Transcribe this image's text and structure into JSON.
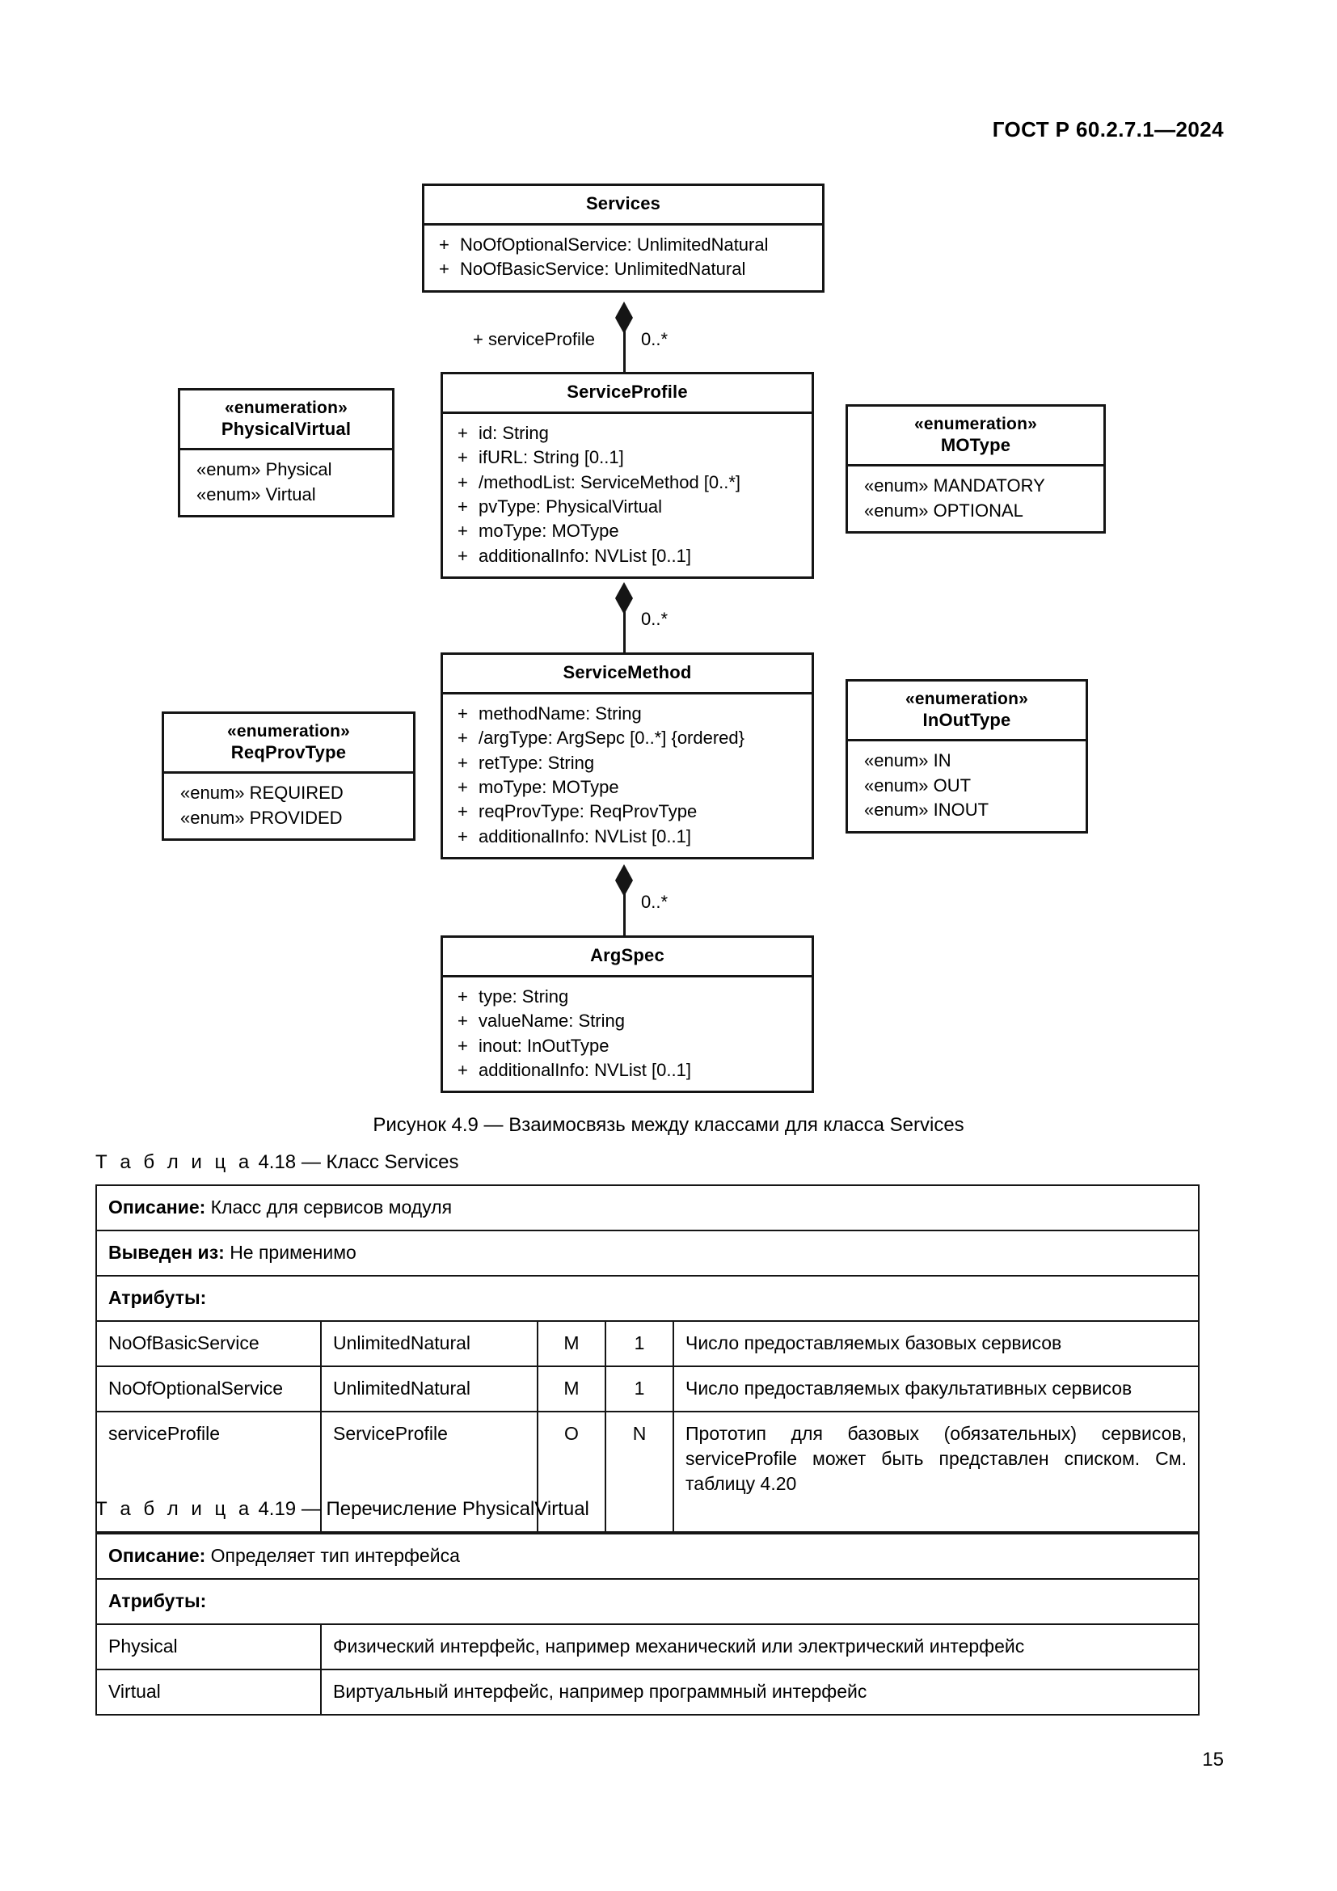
{
  "header": {
    "standard_id": "ГОСТ Р 60.2.7.1—2024"
  },
  "footer": {
    "page_number": "15"
  },
  "diagram": {
    "caption": "Рисунок 4.9 — Взаимосвязь между классами для класса Services",
    "classes": {
      "services": {
        "name": "Services",
        "attributes": [
          "NoOfOptionalService: UnlimitedNatural",
          "NoOfBasicService: UnlimitedNatural"
        ]
      },
      "service_profile": {
        "name": "ServiceProfile",
        "attributes": [
          "id: String",
          "ifURL: String [0..1]",
          "/methodList: ServiceMethod [0..*]",
          "pvType: PhysicalVirtual",
          "moType: MOType",
          "additionalInfo: NVList [0..1]"
        ]
      },
      "service_method": {
        "name": "ServiceMethod",
        "attributes": [
          "methodName: String",
          "/argType: ArgSepc [0..*] {ordered}",
          "retType: String",
          "moType: MOType",
          "reqProvType: ReqProvType",
          "additionalInfo: NVList [0..1]"
        ]
      },
      "arg_spec": {
        "name": "ArgSpec",
        "attributes": [
          "type: String",
          "valueName: String",
          "inout: InOutType",
          "additionalInfo: NVList [0..1]"
        ]
      }
    },
    "enumerations": {
      "physical_virtual": {
        "stereotype": "«enumeration»",
        "name": "PhysicalVirtual",
        "literals": [
          "«enum» Physical",
          "«enum» Virtual"
        ]
      },
      "mo_type": {
        "stereotype": "«enumeration»",
        "name": "MOType",
        "literals": [
          "«enum» MANDATORY",
          "«enum» OPTIONAL"
        ]
      },
      "req_prov_type": {
        "stereotype": "«enumeration»",
        "name": "ReqProvType",
        "literals": [
          "«enum» REQUIRED",
          "«enum» PROVIDED"
        ]
      },
      "in_out_type": {
        "stereotype": "«enumeration»",
        "name": "InOutType",
        "literals": [
          "«enum» IN",
          "«enum» OUT",
          "«enum» INOUT"
        ]
      }
    },
    "associations": {
      "services_to_profile": {
        "role": "+ serviceProfile",
        "multiplicity": "0..*"
      },
      "profile_to_method": {
        "multiplicity": "0..*"
      },
      "method_to_argspec": {
        "multiplicity": "0..*"
      }
    }
  },
  "table_418": {
    "caption_word": "Т а б л и ц а",
    "caption_rest": "4.18 — Класс Services",
    "rows": {
      "description_label": "Описание:",
      "description_value": "Класс для сервисов модуля",
      "derived_label": "Выведен из:",
      "derived_value": "Не применимо",
      "attributes_label": "Атрибуты:"
    },
    "attributes": [
      {
        "name": "NoOfBasicService",
        "type": "UnlimitedNatural",
        "mo": "M",
        "card": "1",
        "description": "Число предоставляемых базовых сервисов"
      },
      {
        "name": "NoOfOptionalService",
        "type": "UnlimitedNatural",
        "mo": "M",
        "card": "1",
        "description": "Число предоставляемых факультативных сервисов"
      },
      {
        "name": "serviceProfile",
        "type": "ServiceProfile",
        "mo": "O",
        "card": "N",
        "description": "Прототип для базовых (обязательных) сервисов, serviceProfile может быть представлен списком. См. таблицу 4.20"
      }
    ]
  },
  "table_419": {
    "caption_word": "Т а б л и ц а",
    "caption_rest": "4.19 — Перечисление PhysicalVirtual",
    "rows": {
      "description_label": "Описание:",
      "description_value": "Определяет тип интерфейса",
      "attributes_label": "Атрибуты:"
    },
    "literals": [
      {
        "name": "Physical",
        "description": "Физический интерфейс, например механический или электрический интерфейс"
      },
      {
        "name": "Virtual",
        "description": "Виртуальный интерфейс, например программный интерфейс"
      }
    ]
  }
}
